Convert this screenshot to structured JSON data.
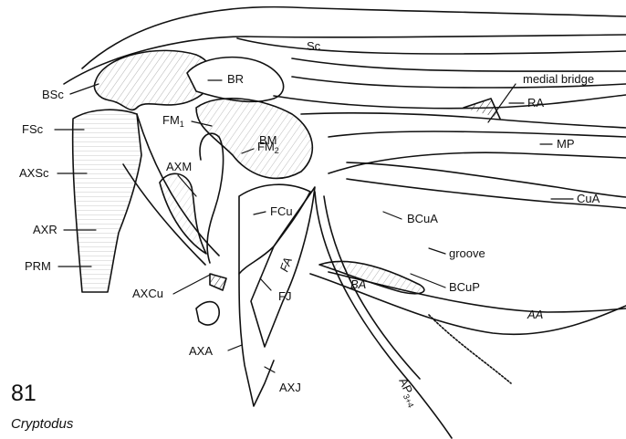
{
  "figure": {
    "number": "81",
    "taxon": "Cryptodus"
  },
  "labels": {
    "Sc": "Sc",
    "BSc": "BSc",
    "BR": "BR",
    "medial_bridge": "medial bridge",
    "RA": "RA",
    "FSc": "FSc",
    "FM1": "FM",
    "FM1_sub": "1",
    "BM": "BM",
    "MP": "MP",
    "AXSc": "AXSc",
    "AXM": "AXM",
    "FM2": "FM",
    "FM2_sub": "2",
    "CuA": "CuA",
    "FCu": "FCu",
    "BCuA": "BCuA",
    "AXR": "AXR",
    "FA": "FA",
    "groove": "groove",
    "PRM": "PRM",
    "BCuP": "BCuP",
    "AXCu": "AXCu",
    "BA": "BA",
    "FJ": "FJ",
    "AA": "AA",
    "AXA": "AXA",
    "AXJ": "AXJ",
    "AP": "AP",
    "AP_sub": "3+4"
  }
}
